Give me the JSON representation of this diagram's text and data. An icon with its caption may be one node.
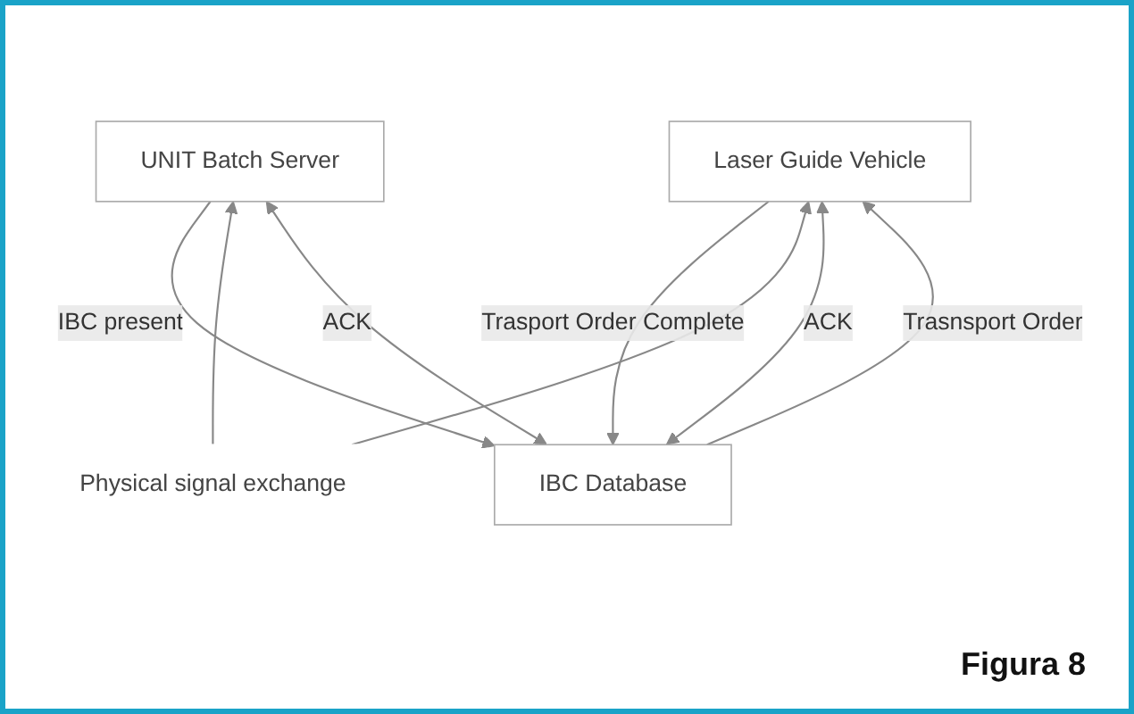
{
  "diagram": {
    "caption": "Figura 8",
    "nodes": [
      {
        "text": [
          "IBC Database"
        ]
      },
      {
        "text": [
          "UNIT Batch Server"
        ]
      },
      {
        "text": [
          "Laser Guide Vehicle"
        ]
      },
      {
        "text": [
          "Physical signal exchange"
        ]
      }
    ],
    "edges": [
      {
        "from": 1,
        "to": 0,
        "arrow": "to",
        "label": "IBC present"
      },
      {
        "from": 0,
        "to": 1,
        "arrow": "both",
        "label": "ACK"
      },
      {
        "from": 0,
        "to": 2,
        "arrow": "to",
        "label": "Trasnsport Order"
      },
      {
        "from": 0,
        "to": 2,
        "arrow": "both",
        "label": "ACK"
      },
      {
        "from": 2,
        "to": 0,
        "arrow": "to",
        "label": "Trasport Order Complete"
      },
      {
        "from": 3,
        "to": 1,
        "arrow": "to"
      },
      {
        "from": 3,
        "to": 2,
        "arrow": "to"
      }
    ]
  }
}
